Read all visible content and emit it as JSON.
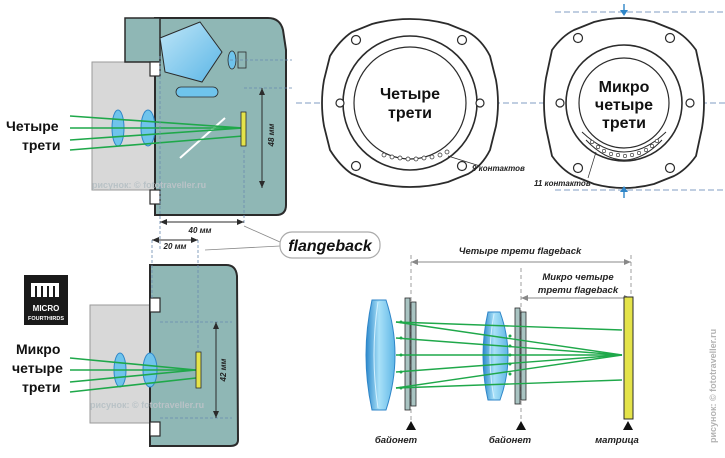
{
  "labels": {
    "four_thirds_left_line1": "Четыре",
    "four_thirds_left_line2": "трети",
    "micro_left_line1": "Микро",
    "micro_left_line2": "четыре",
    "micro_left_line3": "трети",
    "mount_ft_line1": "Четыре",
    "mount_ft_line2": "трети",
    "mount_mft_line1": "Микро",
    "mount_mft_line2": "четыре",
    "mount_mft_line3": "трети",
    "contacts_ft": "9 контактов",
    "contacts_mft": "11 контактов",
    "dim_48": "48 мм",
    "dim_40": "40 мм",
    "dim_20": "20 мм",
    "dim_42": "42 мм",
    "flangeback": "flangeback",
    "ft_flangeback": "Четыре трети flageback",
    "mft_flangeback_line1": "Микро четыре",
    "mft_flangeback_line2": "трети flageback",
    "bayonet_1": "байонет",
    "bayonet_2": "байонет",
    "sensor": "матрица",
    "watermark_1": "рисунок: © fototraveller.ru",
    "watermark_2": "рисунок: © fototraveller.ru",
    "watermark_side": "рисунок: © fototraveller.ru",
    "logo_line1": "MICRO",
    "logo_line2": "FOURTHIRDS"
  },
  "colors": {
    "camera_body": "#8fb7b5",
    "camera_outline": "#2b2b2b",
    "lens_blue": "#6fc4ec",
    "light_rays": "#1fa84a",
    "sensor_yellow": "#e4e34a",
    "dashed_guides": "#7a9ab8",
    "lens_barrel": "#d6d6d6"
  }
}
